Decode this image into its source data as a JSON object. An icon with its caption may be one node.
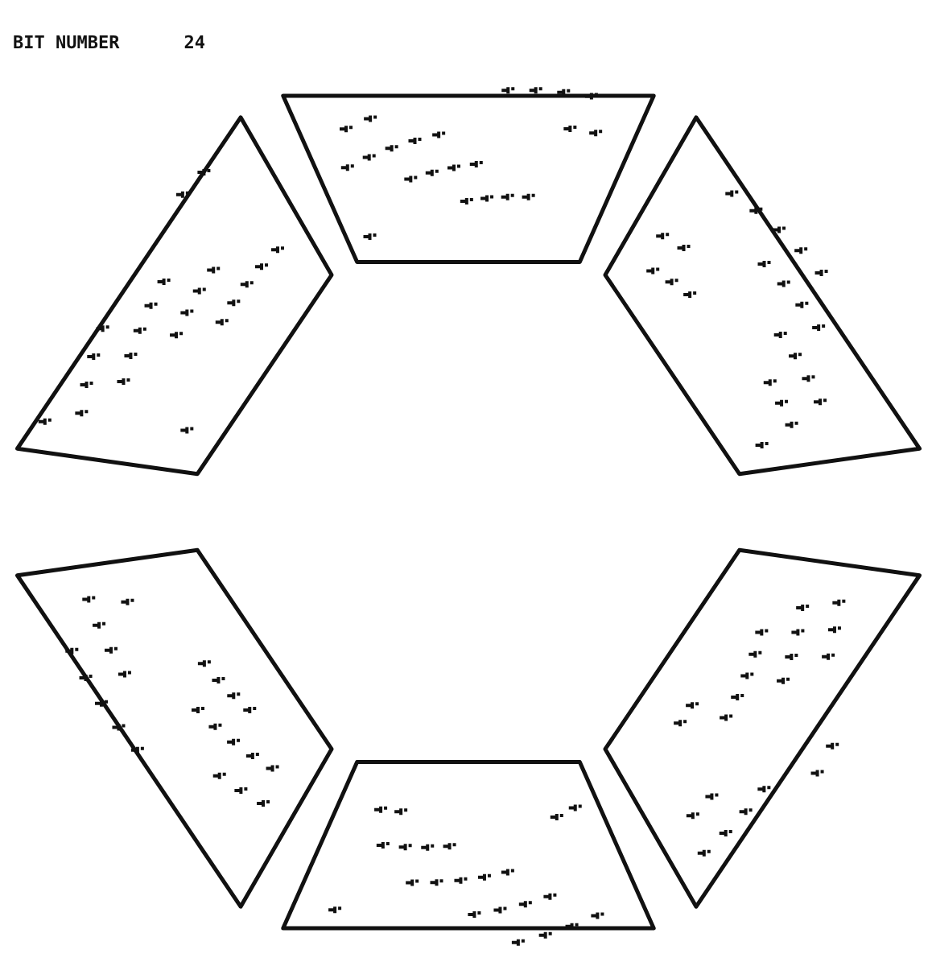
{
  "diagram": {
    "nodes": [
      {
        "text": [],
        "shape": "band"
      },
      {
        "text": [],
        "shape": "band"
      },
      {
        "text": [],
        "shape": "band"
      },
      {
        "text": [],
        "shape": "band"
      },
      {
        "text": [],
        "shape": "band"
      },
      {
        "text": [],
        "shape": "band"
      }
    ],
    "labels": [
      "BIT NUMBER",
      "24"
    ]
  }
}
